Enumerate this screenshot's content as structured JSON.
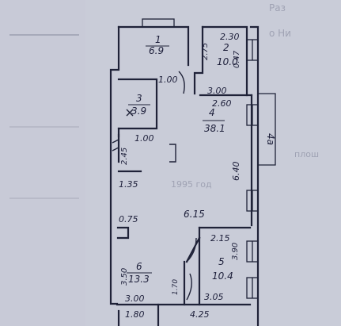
{
  "background_color": "#c9ccd8",
  "ink_color": "#1f2238",
  "background_text": {
    "line1": "Раз",
    "line2": "о Ни",
    "line3": "плош",
    "line4": "1995 год"
  },
  "rooms": [
    {
      "id": "1",
      "area": "6.9"
    },
    {
      "id": "2",
      "area": "10.0"
    },
    {
      "id": "3",
      "area": "3.9"
    },
    {
      "id": "4",
      "area": "38.1"
    },
    {
      "id": "5",
      "area": "10.4"
    },
    {
      "id": "6",
      "area": "13.3"
    },
    {
      "id": "4a",
      "label": "4а"
    }
  ],
  "dimensions": {
    "d_2_30": "2.30",
    "d_2_75": "2.75",
    "d_0_47": "0.47",
    "d_1_00": "1.00",
    "d_3_00a": "3.00",
    "d_2_60": "2.60",
    "d_1_00b": "1.00",
    "d_2_45": "2.45",
    "d_6_40": "6.40",
    "d_1_35": "1.35",
    "d_0_75": "0.75",
    "d_6_15": "6.15",
    "d_2_15": "2.15",
    "d_3_90": "3.90",
    "d_3_50": "3.50",
    "d_1_70": "1.70",
    "d_3_00b": "3.00",
    "d_3_05": "3.05",
    "d_1_80": "1.80",
    "d_4_25": "4.25"
  }
}
